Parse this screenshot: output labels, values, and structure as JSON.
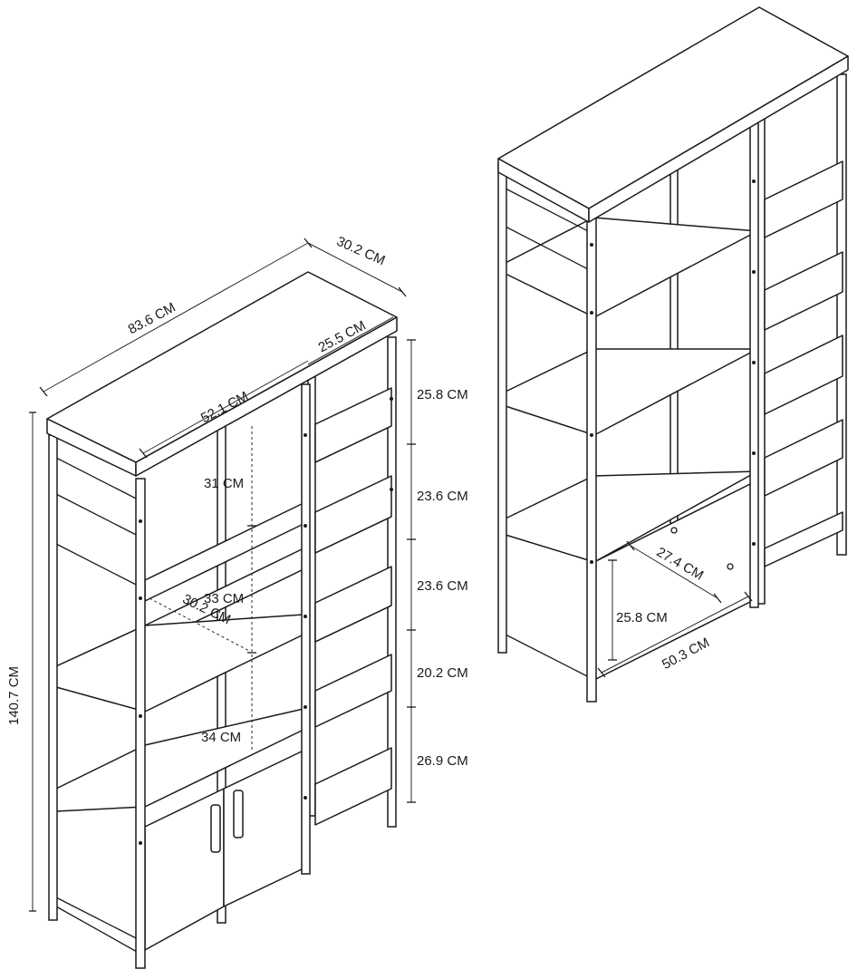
{
  "left_unit": {
    "dimensions": {
      "total_width": "83.6 CM",
      "total_depth": "30.2 CM",
      "side_depth": "25.5 CM",
      "inner_width": "52.1 CM",
      "total_height": "140.7 CM",
      "right_shelf_1": "25.8 CM",
      "right_shelf_2": "23.6 CM",
      "right_shelf_3": "23.6 CM",
      "right_shelf_4": "20.2 CM",
      "right_shelf_5": "26.9 CM",
      "left_gap_top": "31 CM",
      "left_gap_mid": "33 CM",
      "left_shelf_depth": "30.2 CM",
      "left_gap_bottom": "34 CM"
    }
  },
  "right_unit": {
    "dimensions": {
      "compartment_depth": "27.4 CM",
      "compartment_height": "25.8 CM",
      "compartment_width": "50.3 CM"
    }
  }
}
